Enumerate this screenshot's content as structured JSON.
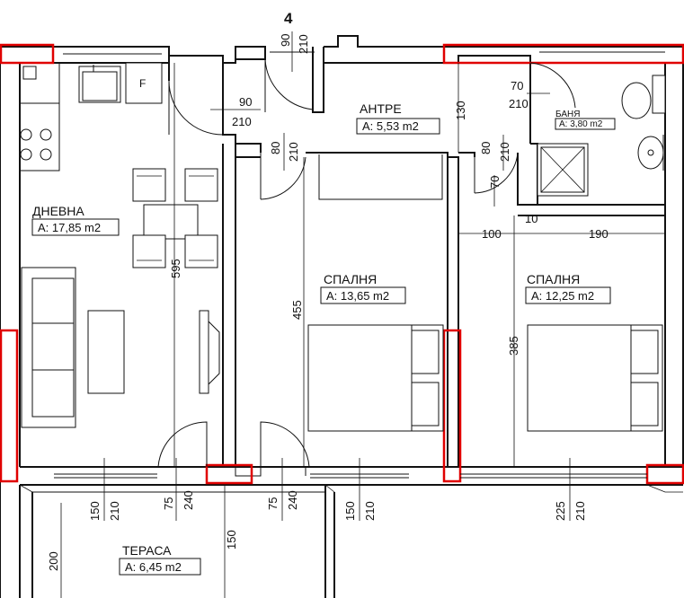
{
  "plan": {
    "unit_number": "4",
    "rooms": {
      "living": {
        "name": "ДНЕВНА",
        "area": "A: 17,85 m2"
      },
      "hall": {
        "name": "АНТРЕ",
        "area": "A: 5,53 m2"
      },
      "bath": {
        "name": "БАНЯ",
        "area": "A: 3,80 m2"
      },
      "bedroom1": {
        "name": "СПАЛНЯ",
        "area": "A: 13,65 m2"
      },
      "bedroom2": {
        "name": "СПАЛНЯ",
        "area": "A: 12,25 m2"
      },
      "terrace": {
        "name": "ТЕРАСА",
        "area": "A: 6,45 m2"
      }
    },
    "fridge_label": "F",
    "dims": {
      "entry_w": "90",
      "entry_h": "210",
      "kitchen_w": "90",
      "kitchen_h": "210",
      "bed1_door_w": "80",
      "bed1_door_h": "210",
      "bath_door_w": "70",
      "bath_door_h": "210",
      "hall_depth": "130",
      "bed2_door_w": "80",
      "bed2_door_h": "210",
      "bed2_door_offset": "70",
      "seg_100": "100",
      "seg_10": "10",
      "seg_190": "190",
      "living_len": "595",
      "bed1_len": "455",
      "bed2_len": "385",
      "w1_w": "150",
      "w1_h": "210",
      "d1_w": "75",
      "d1_h": "240",
      "d2_w": "75",
      "d2_h": "240",
      "w2_w": "150",
      "w2_h": "210",
      "w3_w": "225",
      "w3_h": "210",
      "terr_200": "200",
      "terr_150": "150"
    }
  }
}
